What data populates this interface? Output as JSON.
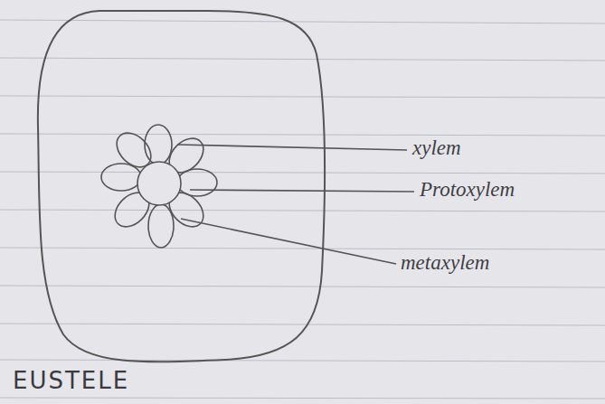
{
  "diagram": {
    "caption": "EUSTELE",
    "labels": [
      "xylem",
      "Protoxylem",
      "metaxylem"
    ]
  }
}
